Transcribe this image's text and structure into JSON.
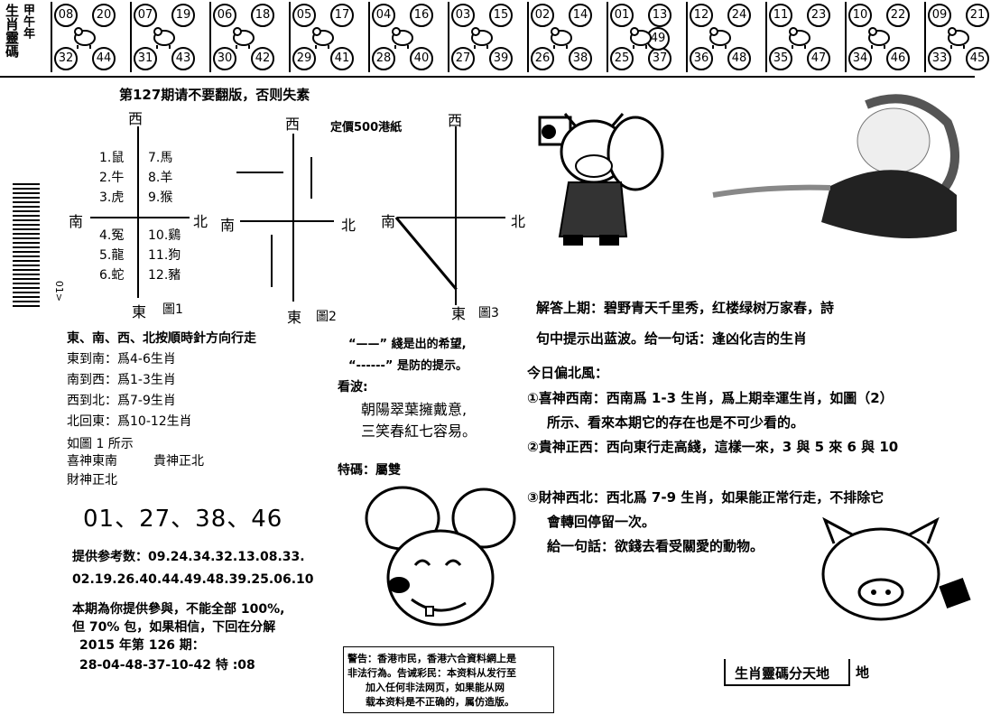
{
  "strip": {
    "side_label_1": "生肖靈碼",
    "side_label_2": "甲午年",
    "cells": [
      {
        "tl": "08",
        "tr": "20",
        "bl": "32",
        "br": "44",
        "icon": "rat-icon"
      },
      {
        "tl": "07",
        "tr": "19",
        "bl": "31",
        "br": "43",
        "icon": "ox-icon"
      },
      {
        "tl": "06",
        "tr": "18",
        "bl": "30",
        "br": "42",
        "icon": "tiger-icon"
      },
      {
        "tl": "05",
        "tr": "17",
        "bl": "29",
        "br": "41",
        "icon": "rabbit-icon"
      },
      {
        "tl": "04",
        "tr": "16",
        "bl": "28",
        "br": "40",
        "icon": "dragon-icon"
      },
      {
        "tl": "03",
        "tr": "15",
        "bl": "27",
        "br": "39",
        "icon": "snake-icon"
      },
      {
        "tl": "02",
        "tr": "14",
        "bl": "26",
        "br": "38",
        "icon": "horse-icon"
      },
      {
        "tl": "01",
        "tr": "13",
        "bl": "25",
        "br": "37",
        "extra": "49",
        "icon": "goat-icon"
      },
      {
        "tl": "12",
        "tr": "24",
        "bl": "36",
        "br": "48",
        "icon": "monkey-icon"
      },
      {
        "tl": "11",
        "tr": "23",
        "bl": "35",
        "br": "47",
        "icon": "rooster-icon"
      },
      {
        "tl": "10",
        "tr": "22",
        "bl": "34",
        "br": "46",
        "icon": "dog-icon"
      },
      {
        "tl": "09",
        "tr": "21",
        "bl": "33",
        "br": "45",
        "icon": "pig-icon"
      }
    ]
  },
  "header": {
    "notice": "第127期请不要翻版，否则失素"
  },
  "price": "定價500港紙",
  "compass": {
    "west": "西",
    "east": "東",
    "south": "南",
    "north": "北",
    "fig1": "圖1",
    "fig2": "圖2",
    "fig3": "圖3",
    "animals_left": [
      "1.鼠",
      "2.牛",
      "3.虎",
      "4.冤",
      "5.龍",
      "6.蛇"
    ],
    "animals_right": [
      "7.馬",
      "8.羊",
      "9.猴",
      "10.鷄",
      "11.狗",
      "12.豬"
    ]
  },
  "side_code": "01>",
  "rules": {
    "intro": "東、南、西、北按順時針方向行走",
    "l1": "東到南：爲4-6生肖",
    "l2": "南到西：爲1-3生肖",
    "l3": "西到北：爲7-9生肖",
    "l4": "北回東：爲10-12生肖",
    "l5": "如圖 1 所示",
    "l6a": "喜神東南",
    "l6b": "貴神正北",
    "l7": "財神正北"
  },
  "legend": {
    "solid": "“——” 綫是出的希望,",
    "dashed": "“------” 是防的提示。"
  },
  "look": {
    "label": "看波:",
    "p1": "朝陽翠葉擁戴意,",
    "p2": "三笑春紅七容易。"
  },
  "special": "特碼：屬雙",
  "numbers": "01、27、38、46",
  "ref": {
    "label": "提供参考数：",
    "line1": "09.24.34.32.13.08.33.",
    "line2": "02.19.26.40.44.49.48.39.25.06.10"
  },
  "promise": {
    "l1": "本期為你提供參與，不能全部 100%,",
    "l2": "但 70% 包，如果相信，下回在分解",
    "l3": "2015 年第 126 期：",
    "l4": "28-04-48-37-10-42 特 :08"
  },
  "warning": {
    "l1": "警告：香港市民，香港六合資料網上是",
    "l2": "非法行為。告诫彩民：本资料从发行至",
    "l3": "加入任何非法网页，如果能从网",
    "l4": "载本资料是不正确的，属仿造版。"
  },
  "answer": {
    "l1": "解答上期：碧野青天千里秀，红楼绿树万家春，詩",
    "l2": "句中提示出蓝波。给一句话：逢凶化吉的生肖"
  },
  "today": {
    "title": "今日偏北風：",
    "i1a": "①喜神西南：西南爲 1-3 生肖，爲上期幸運生肖，如圖（2）",
    "i1b": "所示、看來本期它的存在也是不可少看的。",
    "i2": "②貴神正西：西向東行走高綫，這樣一來，3 與 5 來 6 與 10",
    "i3a": "③財神西北：西北爲 7-9 生肖，如果能正常行走，不排除它",
    "i3b": "會轉回停留一次。",
    "i3c": "給一句話：欲錢去看受關愛的動物。"
  },
  "footer": {
    "brand": "生肖靈碼分天地",
    "tail": "地"
  }
}
